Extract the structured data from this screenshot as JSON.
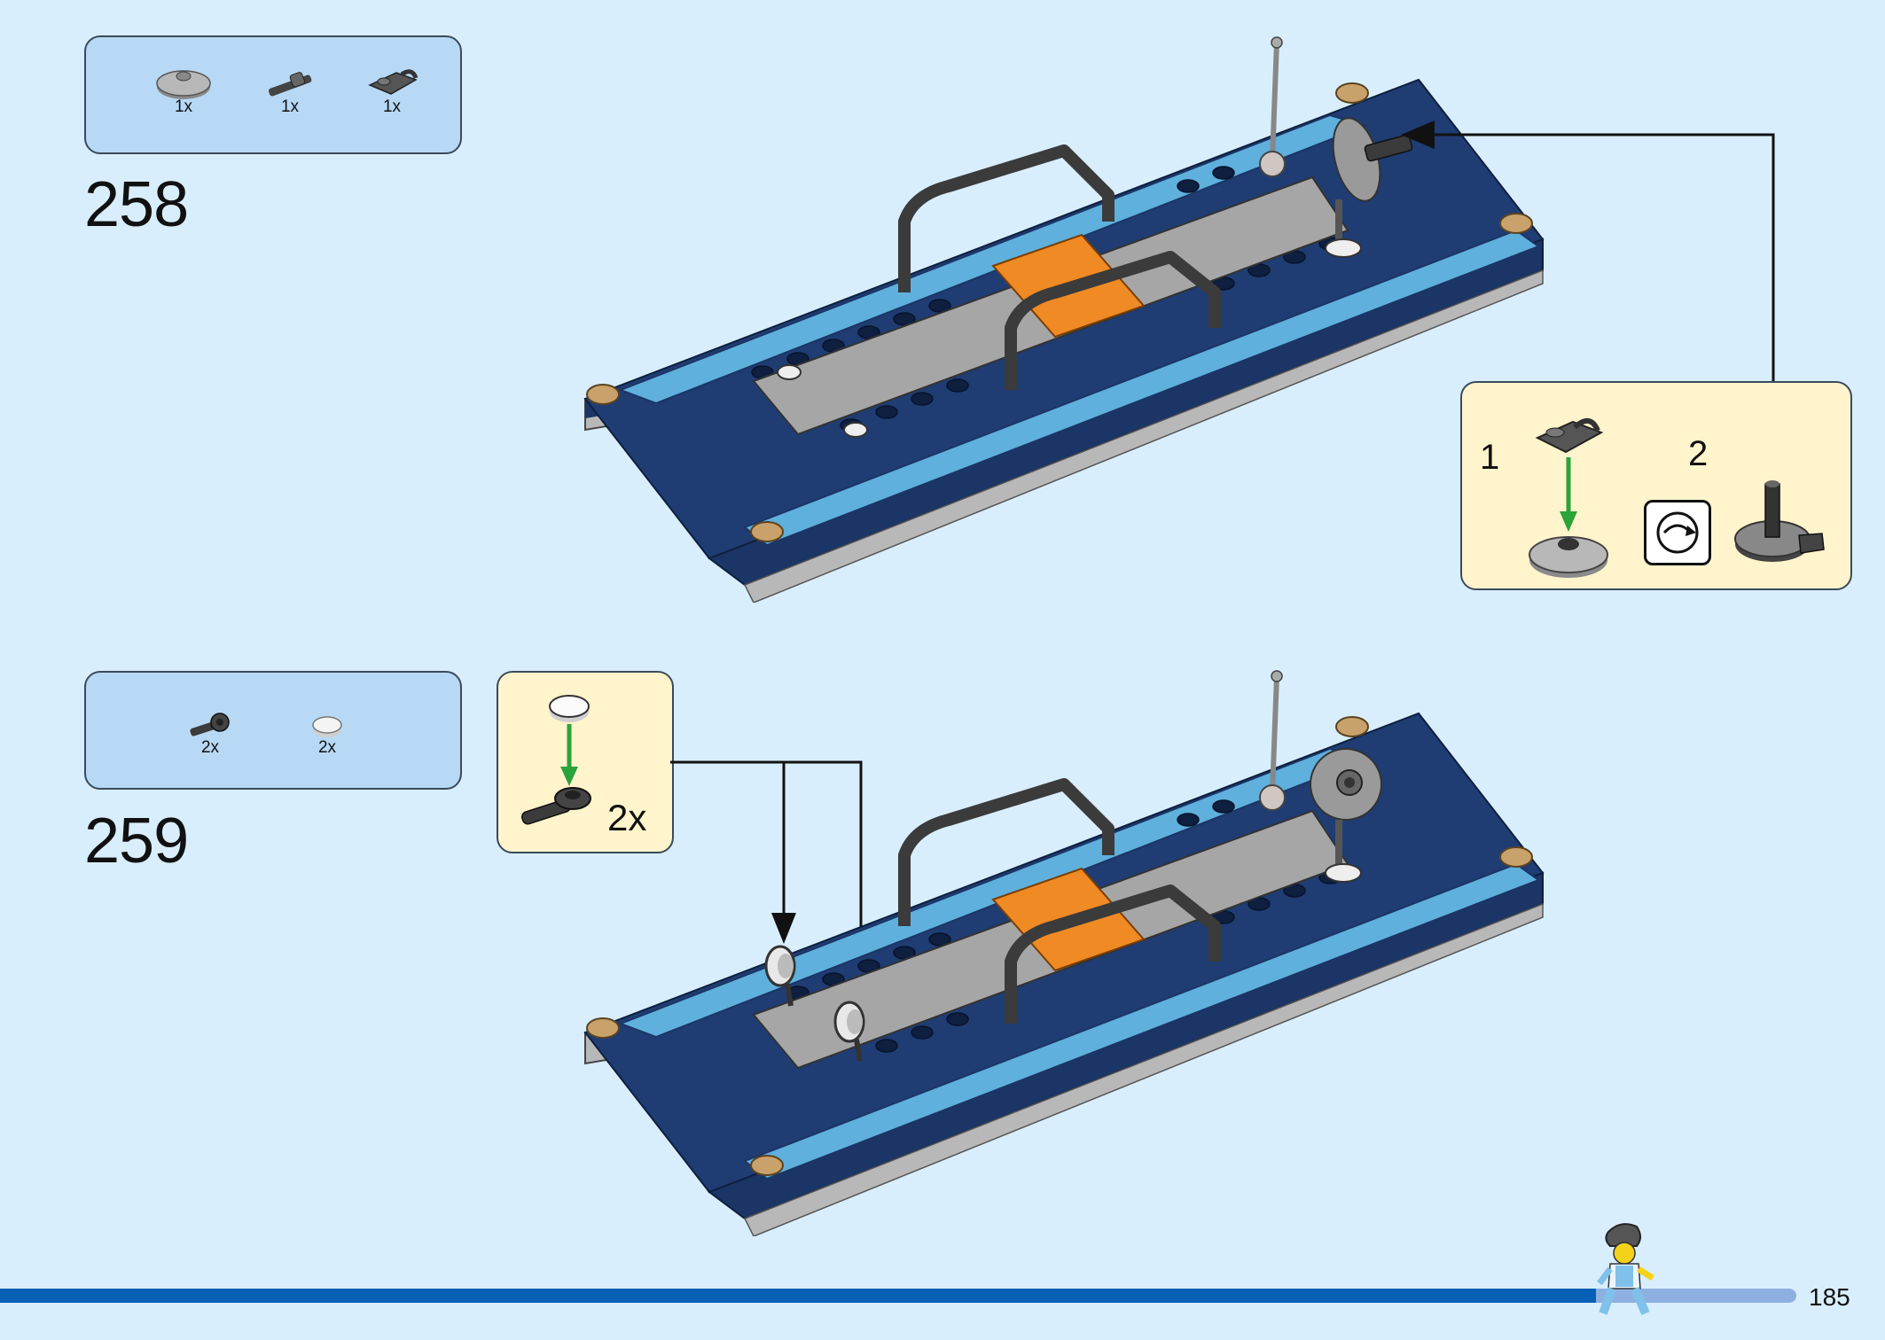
{
  "steps": [
    {
      "number": "258",
      "parts": [
        {
          "icon": "round-plate-icon",
          "qty": "1x"
        },
        {
          "icon": "bar-holder-icon",
          "qty": "1x"
        },
        {
          "icon": "plate-with-clip-icon",
          "qty": "1x"
        }
      ],
      "callout": {
        "substeps": [
          "1",
          "2"
        ],
        "rotate_icon": "rotate-icon"
      }
    },
    {
      "number": "259",
      "parts": [
        {
          "icon": "clip-bar-icon",
          "qty": "2x"
        },
        {
          "icon": "round-tile-transparent-icon",
          "qty": "2x"
        }
      ],
      "callout": {
        "multiplier": "2x"
      }
    }
  ],
  "footer": {
    "page_number": "185",
    "figure_icon": "minifigure-icon"
  },
  "colors": {
    "background": "#d9eefc",
    "parts_box": "#b7d9f5",
    "callout": "#fff4cc",
    "footer_bar": "#0660b6",
    "arrow_green": "#2aa33b"
  }
}
